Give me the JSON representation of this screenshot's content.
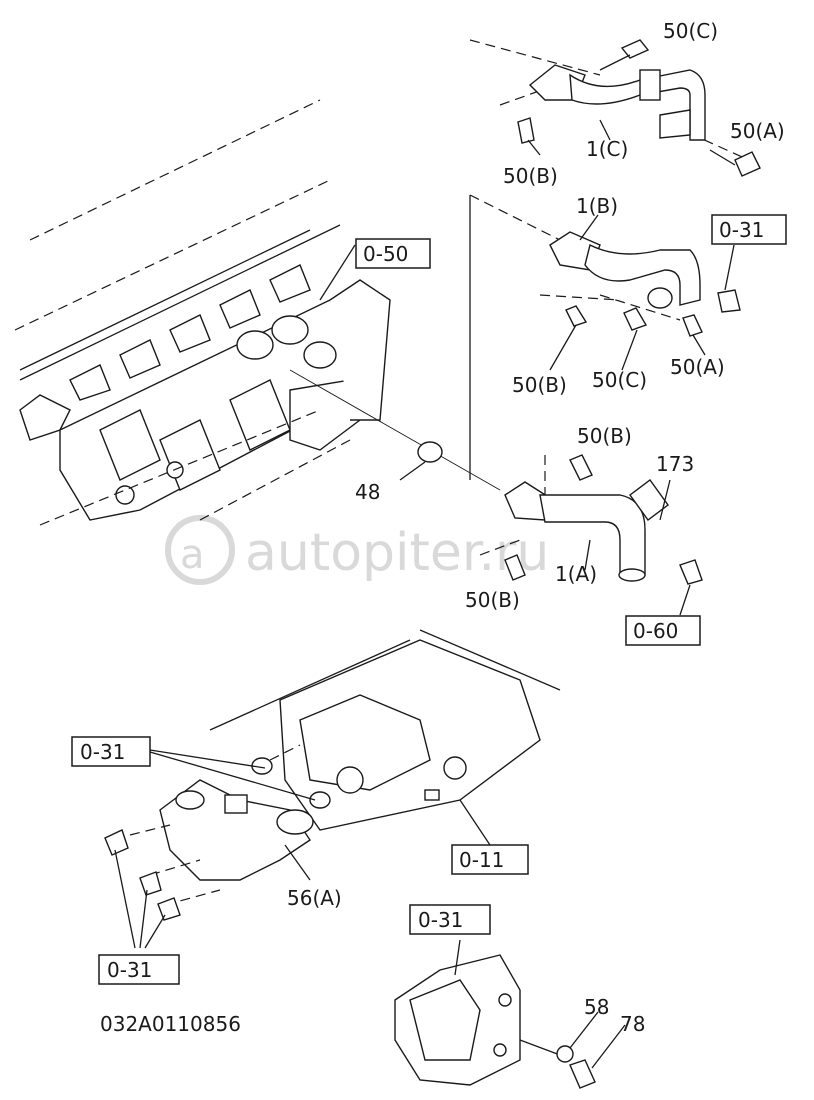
{
  "diagram": {
    "code": "032A0110856",
    "watermark": "autopiter.ru",
    "callouts": {
      "c_50c_top": "50(C)",
      "c_1c": "1(C)",
      "c_50a_top": "50(A)",
      "c_50b_top": "50(B)",
      "c_1b": "1(B)",
      "c_031_top": "0-31",
      "c_050": "0-50",
      "c_50b_mid": "50(B)",
      "c_50c_mid": "50(C)",
      "c_50a_mid": "50(A)",
      "c_50b_low": "50(B)",
      "c_173": "173",
      "c_48": "48",
      "c_1a": "1(A)",
      "c_50b_bot": "50(B)",
      "c_060": "0-60",
      "c_031_left": "0-31",
      "c_011": "0-11",
      "c_56a": "56(A)",
      "c_031_bot": "0-31",
      "c_031_low": "0-31",
      "c_58": "58",
      "c_78": "78"
    }
  }
}
